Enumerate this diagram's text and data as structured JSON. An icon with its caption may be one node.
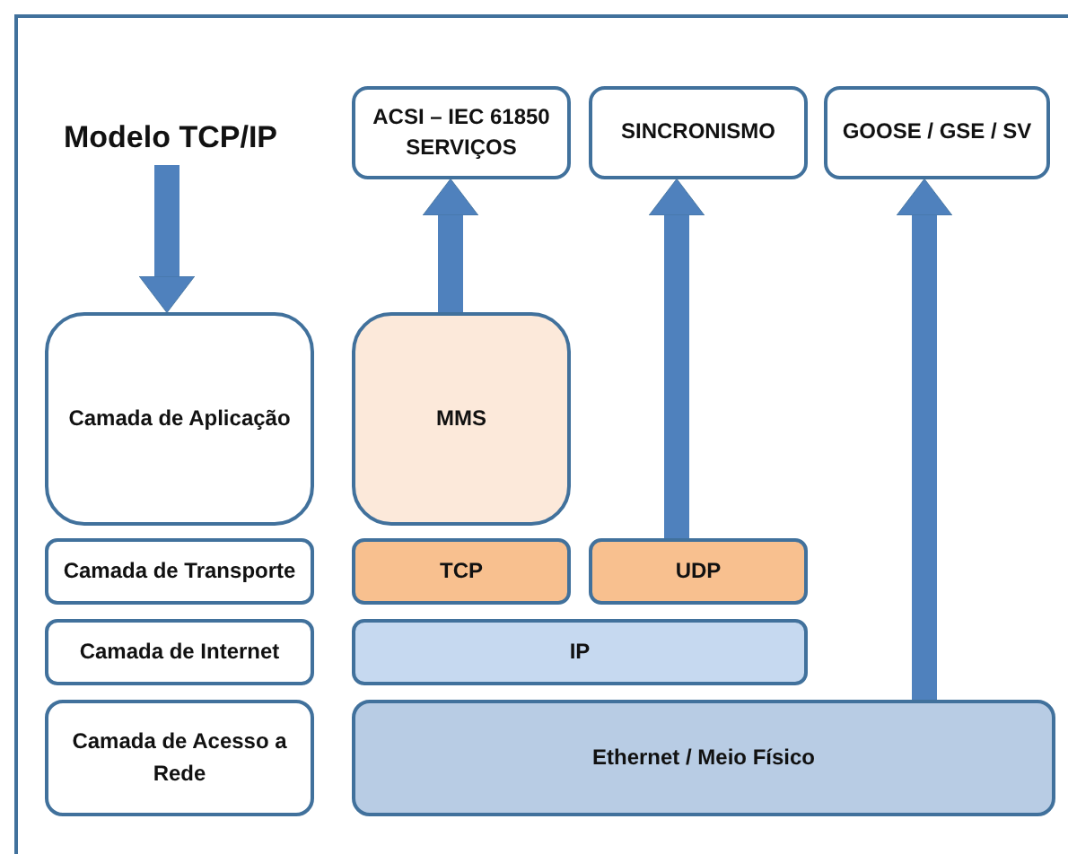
{
  "diagram": {
    "nodes": [
      {
        "text": [
          "Modelo TCP/IP"
        ]
      },
      {
        "text": [
          "Camada de Aplicação"
        ]
      },
      {
        "text": [
          "Camada de Transporte"
        ]
      },
      {
        "text": [
          "Camada de Internet"
        ]
      },
      {
        "text": [
          "Camada de Acesso a Rede"
        ]
      },
      {
        "text": [
          "ACSI – IEC 61850 SERVIÇOS"
        ]
      },
      {
        "text": [
          "SINCRONISMO"
        ]
      },
      {
        "text": [
          "GOOSE / GSE / SV"
        ]
      },
      {
        "text": [
          "MMS"
        ]
      },
      {
        "text": [
          "TCP"
        ]
      },
      {
        "text": [
          "UDP"
        ]
      },
      {
        "text": [
          "IP"
        ]
      },
      {
        "text": [
          "Ethernet / Meio Físico"
        ]
      }
    ],
    "edges": [
      {
        "from": 0,
        "to": 1,
        "arrow": "to"
      },
      {
        "from": 8,
        "to": 5,
        "arrow": "to"
      },
      {
        "from": 10,
        "to": 6,
        "arrow": "to"
      },
      {
        "from": 12,
        "to": 7,
        "arrow": "to"
      }
    ]
  }
}
